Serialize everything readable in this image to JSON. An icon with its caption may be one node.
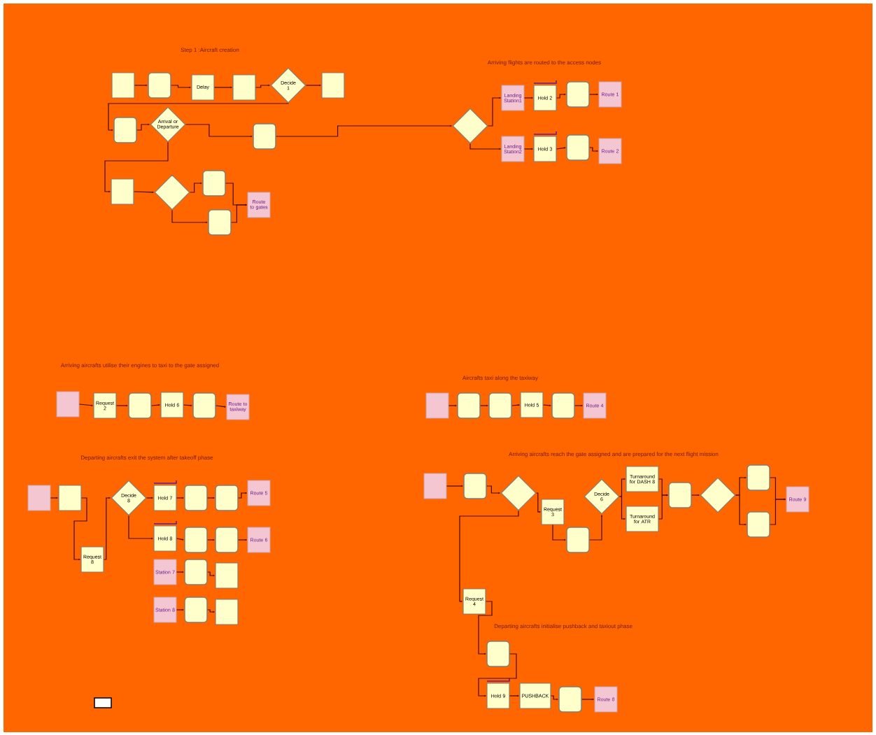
{
  "diagram": {
    "nodes": [
      {
        "text": [],
        "shape": "box"
      },
      {
        "text": [],
        "shape": "box"
      },
      {
        "text": [
          "Delay"
        ]
      },
      {
        "text": [],
        "shape": "box"
      },
      {
        "text": [
          "Decide 1"
        ]
      },
      {
        "text": [],
        "shape": "box"
      },
      {
        "text": [],
        "shape": "box"
      },
      {
        "text": [
          "Arrival or Departure"
        ]
      },
      {
        "text": [],
        "shape": "box"
      },
      {
        "text": [],
        "shape": "box"
      },
      {
        "text": [],
        "shape": "diamond"
      },
      {
        "text": [],
        "shape": "box"
      },
      {
        "text": [
          "Route to gates"
        ]
      },
      {
        "text": [],
        "shape": "box"
      },
      {
        "text": [],
        "shape": "diamond"
      },
      {
        "text": [
          "Landing Station1"
        ]
      },
      {
        "text": [
          "Hold 2"
        ]
      },
      {
        "text": [],
        "shape": "box"
      },
      {
        "text": [
          "Route 1"
        ]
      },
      {
        "text": [
          "Landing Station2"
        ]
      },
      {
        "text": [
          "Hold 3"
        ]
      },
      {
        "text": [],
        "shape": "box"
      },
      {
        "text": [
          "Route 2"
        ]
      },
      {
        "text": [],
        "shape": "box"
      },
      {
        "text": [
          "Request 2"
        ]
      },
      {
        "text": [],
        "shape": "box"
      },
      {
        "text": [
          "Hold 6"
        ]
      },
      {
        "text": [],
        "shape": "box"
      },
      {
        "text": [
          "Route to taxiway"
        ]
      },
      {
        "text": [],
        "shape": "box"
      },
      {
        "text": [],
        "shape": "box"
      },
      {
        "text": [],
        "shape": "box"
      },
      {
        "text": [
          "Hold 5"
        ]
      },
      {
        "text": [],
        "shape": "box"
      },
      {
        "text": [
          "Route 4"
        ]
      },
      {
        "text": [],
        "shape": "box"
      },
      {
        "text": [],
        "shape": "box"
      },
      {
        "text": [
          "Request 8"
        ]
      },
      {
        "text": [
          "Decide 8"
        ]
      },
      {
        "text": [
          "Hold 7"
        ]
      },
      {
        "text": [],
        "shape": "box"
      },
      {
        "text": [],
        "shape": "box"
      },
      {
        "text": [
          "Route 5"
        ]
      },
      {
        "text": [
          "Hold 8"
        ]
      },
      {
        "text": [],
        "shape": "box"
      },
      {
        "text": [],
        "shape": "box"
      },
      {
        "text": [
          "Route 6"
        ]
      },
      {
        "text": [
          "Station 7"
        ]
      },
      {
        "text": [],
        "shape": "box"
      },
      {
        "text": [],
        "shape": "box"
      },
      {
        "text": [
          "Station 8"
        ]
      },
      {
        "text": [],
        "shape": "box"
      },
      {
        "text": [],
        "shape": "box"
      },
      {
        "text": [],
        "shape": "box"
      },
      {
        "text": [],
        "shape": "box"
      },
      {
        "text": [],
        "shape": "diamond"
      },
      {
        "text": [
          "Request 3"
        ]
      },
      {
        "text": [],
        "shape": "box"
      },
      {
        "text": [
          "Decide 6"
        ]
      },
      {
        "text": [
          "Turnaround for DASH 8"
        ]
      },
      {
        "text": [
          "Turnaround for ATR"
        ]
      },
      {
        "text": [],
        "shape": "box"
      },
      {
        "text": [],
        "shape": "diamond"
      },
      {
        "text": [],
        "shape": "box"
      },
      {
        "text": [],
        "shape": "box"
      },
      {
        "text": [
          "Route 9"
        ]
      },
      {
        "text": [
          "Request 4"
        ]
      },
      {
        "text": [],
        "shape": "box"
      },
      {
        "text": [
          "Hold 9"
        ]
      },
      {
        "text": [
          "PUSHBACK"
        ]
      },
      {
        "text": [],
        "shape": "box"
      },
      {
        "text": [
          "Route 8"
        ]
      },
      {
        "text": [],
        "shape": "box"
      }
    ],
    "edges": [
      {
        "from": 0,
        "to": 1,
        "arrow": "to"
      },
      {
        "from": 1,
        "to": 2,
        "arrow": "to"
      },
      {
        "from": 2,
        "to": 3,
        "arrow": "to"
      },
      {
        "from": 3,
        "to": 4,
        "arrow": "to"
      },
      {
        "from": 4,
        "to": 5,
        "arrow": "to"
      },
      {
        "from": 4,
        "to": 6,
        "arrow": "to"
      },
      {
        "from": 6,
        "to": 7,
        "arrow": "to"
      },
      {
        "from": 7,
        "to": 8,
        "arrow": "to"
      },
      {
        "from": 7,
        "to": 9,
        "arrow": "to"
      },
      {
        "from": 8,
        "to": 14,
        "arrow": "to"
      },
      {
        "from": 9,
        "to": 10,
        "arrow": "to"
      },
      {
        "from": 10,
        "to": 11,
        "arrow": "to"
      },
      {
        "from": 10,
        "to": 13,
        "arrow": "to"
      },
      {
        "from": 11,
        "to": 12,
        "arrow": "to"
      },
      {
        "from": 13,
        "to": 12,
        "arrow": "to"
      },
      {
        "from": 14,
        "to": 15,
        "arrow": "to"
      },
      {
        "from": 14,
        "to": 19,
        "arrow": "to"
      },
      {
        "from": 15,
        "to": 16,
        "arrow": "to"
      },
      {
        "from": 16,
        "to": 17,
        "arrow": "to"
      },
      {
        "from": 17,
        "to": 18,
        "arrow": "to"
      },
      {
        "from": 19,
        "to": 20,
        "arrow": "to"
      },
      {
        "from": 20,
        "to": 21,
        "arrow": "to"
      },
      {
        "from": 21,
        "to": 22,
        "arrow": "to"
      },
      {
        "from": 23,
        "to": 24,
        "arrow": "to"
      },
      {
        "from": 24,
        "to": 25,
        "arrow": "to"
      },
      {
        "from": 25,
        "to": 26,
        "arrow": "to"
      },
      {
        "from": 26,
        "to": 27,
        "arrow": "to"
      },
      {
        "from": 27,
        "to": 28,
        "arrow": "to"
      },
      {
        "from": 29,
        "to": 30,
        "arrow": "to"
      },
      {
        "from": 30,
        "to": 31,
        "arrow": "to"
      },
      {
        "from": 31,
        "to": 32,
        "arrow": "to"
      },
      {
        "from": 32,
        "to": 33,
        "arrow": "to"
      },
      {
        "from": 33,
        "to": 34,
        "arrow": "to"
      },
      {
        "from": 35,
        "to": 36,
        "arrow": "to"
      },
      {
        "from": 36,
        "to": 37,
        "arrow": "to"
      },
      {
        "from": 37,
        "to": 38,
        "arrow": "to"
      },
      {
        "from": 38,
        "to": 39,
        "arrow": "to"
      },
      {
        "from": 38,
        "to": 43,
        "arrow": "to"
      },
      {
        "from": 39,
        "to": 40,
        "arrow": "to"
      },
      {
        "from": 40,
        "to": 41,
        "arrow": "to"
      },
      {
        "from": 41,
        "to": 42,
        "arrow": "to"
      },
      {
        "from": 43,
        "to": 44,
        "arrow": "to"
      },
      {
        "from": 44,
        "to": 45,
        "arrow": "to"
      },
      {
        "from": 45,
        "to": 46,
        "arrow": "to"
      },
      {
        "from": 47,
        "to": 48,
        "arrow": "to"
      },
      {
        "from": 48,
        "to": 49,
        "arrow": "to"
      },
      {
        "from": 50,
        "to": 51,
        "arrow": "to"
      },
      {
        "from": 51,
        "to": 52,
        "arrow": "to"
      },
      {
        "from": 53,
        "to": 54,
        "arrow": "to"
      },
      {
        "from": 54,
        "to": 55,
        "arrow": "to"
      },
      {
        "from": 55,
        "to": 56,
        "arrow": "to"
      },
      {
        "from": 55,
        "to": 66,
        "arrow": "to"
      },
      {
        "from": 56,
        "to": 57,
        "arrow": "to"
      },
      {
        "from": 57,
        "to": 58,
        "arrow": "to"
      },
      {
        "from": 58,
        "to": 59,
        "arrow": "to"
      },
      {
        "from": 58,
        "to": 60,
        "arrow": "to"
      },
      {
        "from": 59,
        "to": 61,
        "arrow": "to"
      },
      {
        "from": 60,
        "to": 61,
        "arrow": "to"
      },
      {
        "from": 61,
        "to": 62,
        "arrow": "to"
      },
      {
        "from": 62,
        "to": 63,
        "arrow": "to"
      },
      {
        "from": 62,
        "to": 64,
        "arrow": "to"
      },
      {
        "from": 63,
        "to": 65,
        "arrow": "to"
      },
      {
        "from": 64,
        "to": 65,
        "arrow": "to"
      },
      {
        "from": 66,
        "to": 67,
        "arrow": "to"
      },
      {
        "from": 67,
        "to": 68,
        "arrow": "to"
      },
      {
        "from": 68,
        "to": 69,
        "arrow": "to"
      },
      {
        "from": 69,
        "to": 70,
        "arrow": "to"
      },
      {
        "from": 70,
        "to": 71,
        "arrow": "to"
      }
    ],
    "labels": [
      "Step 1 :Aircraft creation",
      "Arriving flights are routed to the access nodes",
      "Arriving aircrafts utilise their engines to taxi to the gate assigned",
      "Aircrafts taxi along the taxiway",
      "Departing aircrafts exit the system after takeoff phase",
      "Arriving aircrafts reach the gate assigned and are prepared for the next flight mission",
      "Departing aircrafts initialise pushback and taxiout phase"
    ]
  }
}
